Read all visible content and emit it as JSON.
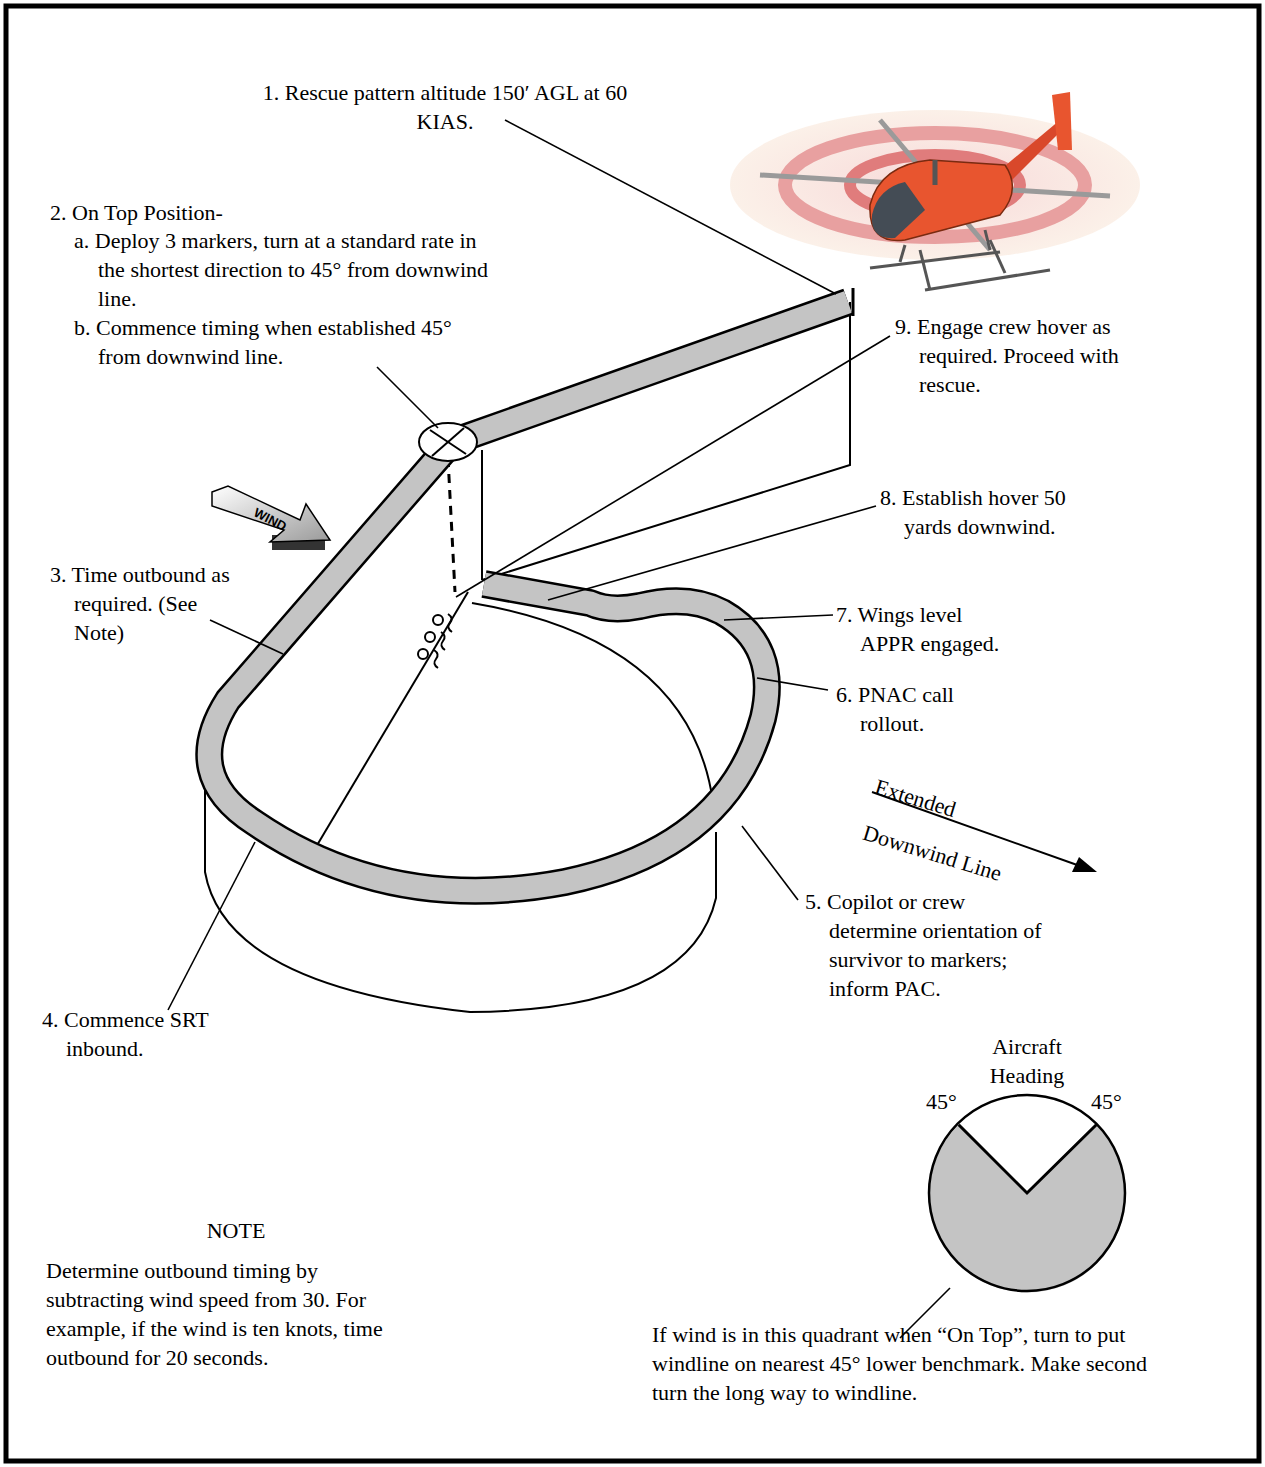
{
  "diagram": {
    "labels": [
      "1. Rescue pattern altitude 150ʹ AGL at 60 KIAS.",
      "2. On Top Position-",
      "a. Deploy 3 markers, turn at a standard rate in the shortest direction to 45° from downwind line.",
      "b. Commence timing when established 45° from downwind line.",
      "3. Time outbound as required. (See Note)",
      "4. Commence SRT inbound.",
      "5. Copilot or crew determine orientation of survivor to markers; inform PAC.",
      "6. PNAC call rollout.",
      "7. Wings level APPR engaged.",
      "8. Establish hover 50 yards downwind.",
      "9. Engage crew hover as required. Proceed with rescue.",
      "WIND",
      "Extended",
      "Downwind Line",
      "Aircraft Heading",
      "45°",
      "45°",
      "If wind is in this quadrant when “On Top”, turn to put windline on nearest 45° lower benchmark. Make second turn the long way to windline.",
      "NOTE",
      "Determine outbound timing by subtracting wind speed from 30. For example, if the wind is ten knots, time outbound for 20 seconds."
    ]
  }
}
